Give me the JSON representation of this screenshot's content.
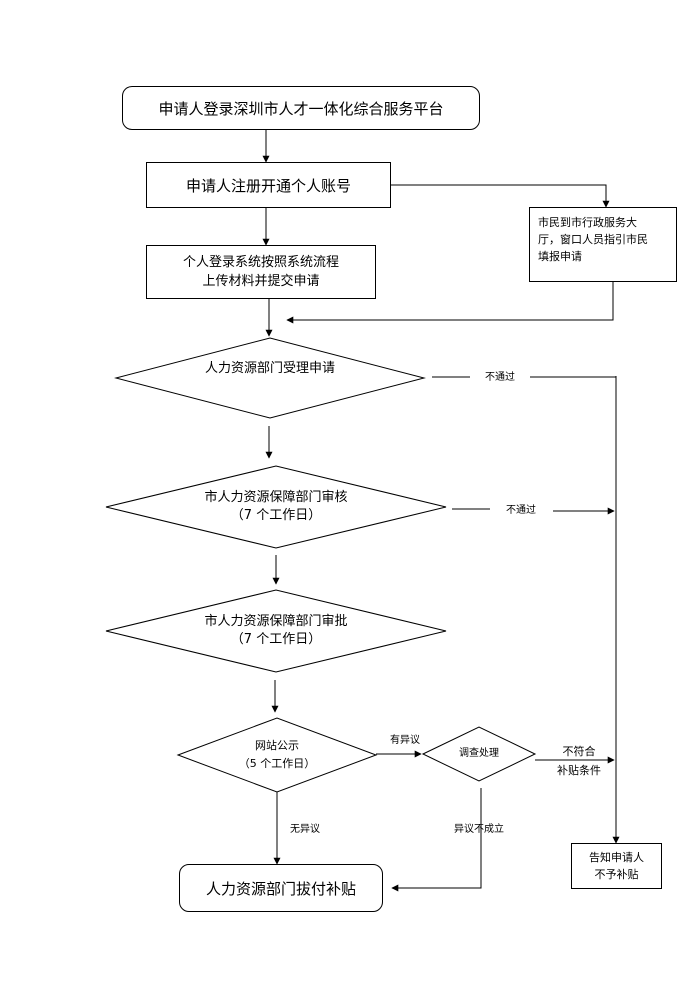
{
  "nodes": {
    "login": "申请人登录深圳市人才一体化综合服务平台",
    "register": "申请人注册开通个人账号",
    "submit": "个人登录系统按照系统流程\n上传材料并提交申请",
    "hall": "市民到市行政服务大\n厅，窗口人员指引市民\n填报申请",
    "accept": "人力资源部门受理申请",
    "review": "市人力资源保障部门审核\n（7 个工作日）",
    "approve": "市人力资源保障部门审批\n（7 个工作日）",
    "publicity": "网站公示\n（5 个工作日）",
    "investigate": "调查处理",
    "allocate": "人力资源部门拔付补贴",
    "notify": "告知申请人\n不予补贴"
  },
  "edge_labels": {
    "reject1": "不通过",
    "reject2": "不通过",
    "objection": "有异议",
    "no_objection": "无异议",
    "objection_invalid": "异议不成立",
    "not_eligible": "不符合\n补贴条件"
  }
}
